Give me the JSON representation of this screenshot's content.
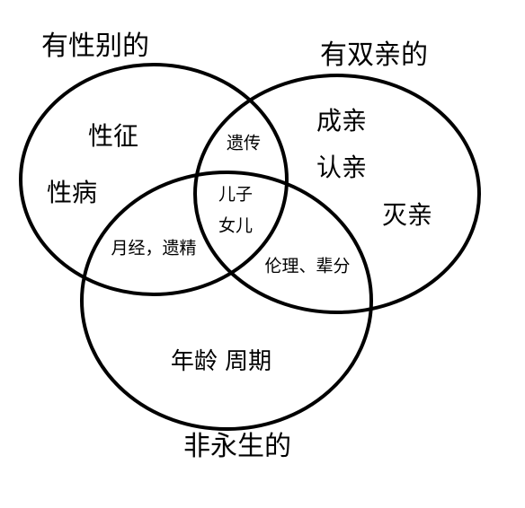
{
  "diagram": {
    "sets": [
      {
        "id": "A",
        "label": "有性别的"
      },
      {
        "id": "B",
        "label": "有双亲的"
      },
      {
        "id": "C",
        "label": "非永生的"
      }
    ],
    "regions": {
      "a_only": [
        "性征",
        "性病"
      ],
      "b_only": [
        "成亲",
        "认亲",
        "灭亲"
      ],
      "c_only": "年龄 周期",
      "ab_only": "遗传",
      "ac_only": "月经，遗精",
      "bc_only": "伦理、辈分",
      "abc": [
        "儿子",
        "女儿"
      ]
    },
    "colors": {
      "stroke": "#000000",
      "background": "#ffffff"
    }
  }
}
